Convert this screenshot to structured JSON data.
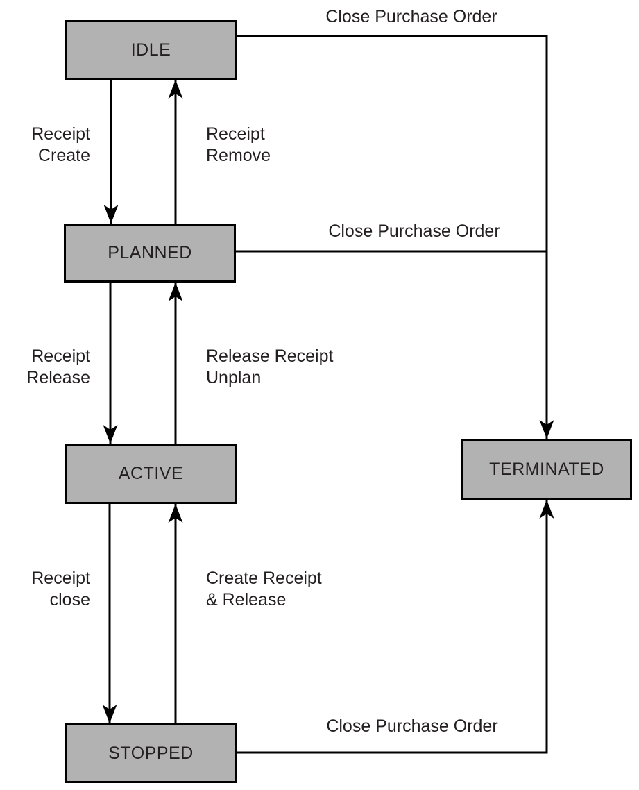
{
  "diagram_type": "state-transition-diagram",
  "colors": {
    "state_fill": "#b2b2b2",
    "stroke": "#000000",
    "text": "#231f20",
    "background": "#ffffff"
  },
  "states": {
    "idle": {
      "label": "IDLE"
    },
    "planned": {
      "label": "PLANNED"
    },
    "active": {
      "label": "ACTIVE"
    },
    "stopped": {
      "label": "STOPPED"
    },
    "terminated": {
      "label": "TERMINATED"
    }
  },
  "transitions": {
    "idle_to_planned": {
      "from": "IDLE",
      "to": "PLANNED",
      "line1": "Receipt",
      "line2": "Create"
    },
    "planned_to_idle": {
      "from": "PLANNED",
      "to": "IDLE",
      "line1": "Receipt",
      "line2": "Remove"
    },
    "planned_to_active": {
      "from": "PLANNED",
      "to": "ACTIVE",
      "line1": "Receipt",
      "line2": "Release"
    },
    "active_to_planned": {
      "from": "ACTIVE",
      "to": "PLANNED",
      "line1": "Release Receipt",
      "line2": "Unplan"
    },
    "active_to_stopped": {
      "from": "ACTIVE",
      "to": "STOPPED",
      "line1": "Receipt",
      "line2": "close"
    },
    "stopped_to_active": {
      "from": "STOPPED",
      "to": "ACTIVE",
      "line1": "Create Receipt",
      "line2": "& Release"
    },
    "idle_to_terminated": {
      "from": "IDLE",
      "to": "TERMINATED",
      "label": "Close Purchase Order"
    },
    "planned_to_terminated": {
      "from": "PLANNED",
      "to": "TERMINATED",
      "label": "Close Purchase Order"
    },
    "stopped_to_terminated": {
      "from": "STOPPED",
      "to": "TERMINATED",
      "label": "Close Purchase Order"
    }
  }
}
